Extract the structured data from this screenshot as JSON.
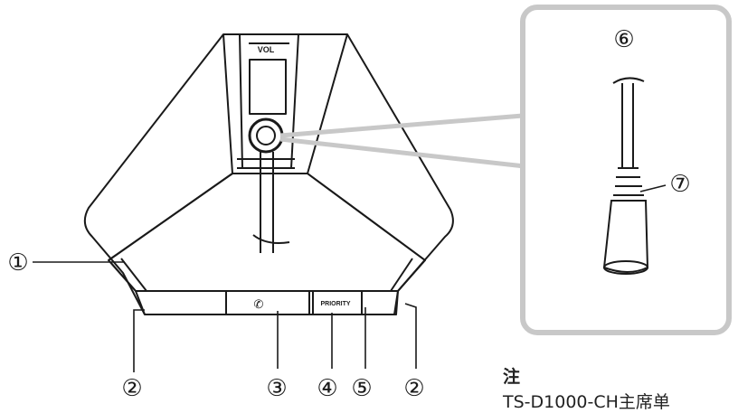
{
  "callouts": {
    "c1": "①",
    "c2_left": "②",
    "c3": "③",
    "c4": "④",
    "c5": "⑤",
    "c2_right": "②",
    "c6": "⑥",
    "c7": "⑦"
  },
  "device_labels": {
    "vol": "VOL",
    "priority": "PRIORITY"
  },
  "note": {
    "heading": "注",
    "text": "TS-D1000-CH主席单"
  },
  "colors": {
    "line": "#1a1a1a",
    "zoom_connector": "#c8c8c8",
    "inset_border": "#c8c8c8"
  }
}
